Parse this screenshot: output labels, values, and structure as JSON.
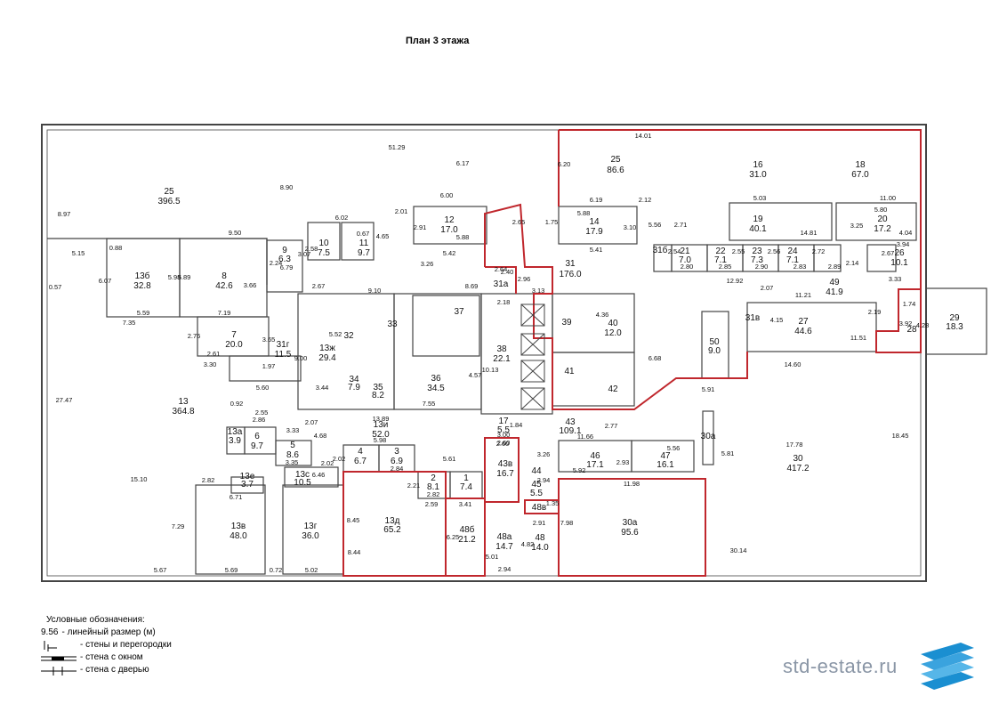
{
  "title": "План  3 этажа",
  "rooms": [
    {
      "num": "25",
      "area": "396.5"
    },
    {
      "num": "25",
      "area": "86.6"
    },
    {
      "num": "16",
      "area": "31.0"
    },
    {
      "num": "18",
      "area": "67.0"
    },
    {
      "num": "19",
      "area": "40.1"
    },
    {
      "num": "20",
      "area": "17.2"
    },
    {
      "num": "12",
      "area": "17.0"
    },
    {
      "num": "14",
      "area": "17.9"
    },
    {
      "num": "31",
      "area": "176.0"
    },
    {
      "num": "31а",
      "area": ""
    },
    {
      "num": "10",
      "area": "7.5"
    },
    {
      "num": "11",
      "area": "9.7"
    },
    {
      "num": "9",
      "area": "6.3"
    },
    {
      "num": "13б",
      "area": "32.8"
    },
    {
      "num": "8",
      "area": "42.6"
    },
    {
      "num": "7",
      "area": "20.0"
    },
    {
      "num": "31г",
      "area": "11.5"
    },
    {
      "num": "13ж",
      "area": "29.4"
    },
    {
      "num": "33",
      "area": ""
    },
    {
      "num": "32",
      "area": ""
    },
    {
      "num": "37",
      "area": ""
    },
    {
      "num": "36",
      "area": "34.5"
    },
    {
      "num": "34",
      "area": "7.9"
    },
    {
      "num": "35",
      "area": "8.2"
    },
    {
      "num": "38",
      "area": "22.1"
    },
    {
      "num": "39",
      "area": ""
    },
    {
      "num": "40",
      "area": "12.0"
    },
    {
      "num": "41",
      "area": ""
    },
    {
      "num": "42",
      "area": ""
    },
    {
      "num": "31б",
      "area": ""
    },
    {
      "num": "21",
      "area": "7.0"
    },
    {
      "num": "22",
      "area": "7.1"
    },
    {
      "num": "23",
      "area": "7.3"
    },
    {
      "num": "24",
      "area": "7.1"
    },
    {
      "num": "26",
      "area": "10.1"
    },
    {
      "num": "49",
      "area": "41.9"
    },
    {
      "num": "27",
      "area": "44.6"
    },
    {
      "num": "31в",
      "area": ""
    },
    {
      "num": "29",
      "area": "18.3"
    },
    {
      "num": "28",
      "area": ""
    },
    {
      "num": "50",
      "area": "9.0"
    },
    {
      "num": "13",
      "area": "364.8"
    },
    {
      "num": "13а",
      "area": "3.9"
    },
    {
      "num": "6",
      "area": "9.7"
    },
    {
      "num": "5",
      "area": "8.6"
    },
    {
      "num": "13и",
      "area": "52.0"
    },
    {
      "num": "4",
      "area": "6.7"
    },
    {
      "num": "3",
      "area": "6.9"
    },
    {
      "num": "17",
      "area": "5.5"
    },
    {
      "num": "43",
      "area": "109.1"
    },
    {
      "num": "46",
      "area": "17.1"
    },
    {
      "num": "47",
      "area": "16.1"
    },
    {
      "num": "30",
      "area": "417.2"
    },
    {
      "num": "30а",
      "area": ""
    },
    {
      "num": "43в",
      "area": "16.7"
    },
    {
      "num": "44",
      "area": ""
    },
    {
      "num": "45",
      "area": "5.5"
    },
    {
      "num": "2",
      "area": "8.1"
    },
    {
      "num": "1",
      "area": "7.4"
    },
    {
      "num": "13е",
      "area": "3.7"
    },
    {
      "num": "13с",
      "area": "10.5"
    },
    {
      "num": "13в",
      "area": "48.0"
    },
    {
      "num": "13г",
      "area": "36.0"
    },
    {
      "num": "13д",
      "area": "65.2"
    },
    {
      "num": "48б",
      "area": "21.2"
    },
    {
      "num": "48а",
      "area": "14.7"
    },
    {
      "num": "48",
      "area": "14.0"
    },
    {
      "num": "48в",
      "area": ""
    },
    {
      "num": "30а",
      "area": "95.6"
    }
  ],
  "dimensions": [
    "51.29",
    "14.01",
    "6.17",
    "8.90",
    "8.97",
    "6.00",
    "6.02",
    "2.01",
    "9.50",
    "5.15",
    "0.88",
    "6.07",
    "5.98",
    "5.89",
    "0.57",
    "5.59",
    "7.35",
    "7.19",
    "6.79",
    "3.07",
    "3.66",
    "3.65",
    "2.76",
    "2.61",
    "3.30",
    "5.60",
    "1.97",
    "9.10",
    "2.67",
    "3.26",
    "5.42",
    "8.69",
    "6.20",
    "6.19",
    "5.88",
    "5.41",
    "2.65",
    "1.75",
    "3.10",
    "2.12",
    "5.56",
    "2.71",
    "5.03",
    "11.00",
    "14.81",
    "12.92",
    "11.21",
    "14.60",
    "5.91",
    "6.68",
    "2.07",
    "3.25",
    "5.80",
    "4.04",
    "3.94",
    "3.33",
    "1.74",
    "3.92",
    "4.28",
    "2.19",
    "4.15",
    "11.51",
    "27.47",
    "15.10",
    "7.29",
    "5.67",
    "5.69",
    "0.72",
    "5.02",
    "6.71",
    "2.82",
    "3.35",
    "13.89",
    "5.98",
    "5.61",
    "2.60",
    "11.66",
    "2.77",
    "5.56",
    "2.93",
    "5.81",
    "17.78",
    "18.45",
    "11.98",
    "30.14",
    "7.98",
    "8.45",
    "8.44",
    "6.25",
    "5.01",
    "4.82",
    "2.94",
    "2.91",
    "3.41",
    "2.59",
    "2.82",
    "2.21",
    "2.84",
    "2.60",
    "3.26",
    "5.92",
    "2.94",
    "1.35",
    "10.13",
    "4.57",
    "2.18",
    "2.96",
    "3.13",
    "2.40",
    "2.64",
    "1.84",
    "3.00",
    "7.55",
    "3.44",
    "9.00",
    "5.52",
    "0.92",
    "2.55",
    "2.86",
    "3.33",
    "2.07",
    "4.68",
    "2.02",
    "6.46",
    "2.02",
    "2.89",
    "2.14",
    "2.80",
    "2.85",
    "2.90",
    "2.83",
    "2.72",
    "2.56",
    "2.55",
    "2.54",
    "2.67",
    "0.67",
    "2.58",
    "2.24",
    "4.65",
    "5.88",
    "2.91",
    "4.36"
  ],
  "legend": {
    "heading": "Условные обозначения:",
    "items": [
      {
        "key": "9.56",
        "text": " - линейный размер (м)"
      },
      {
        "key": "",
        "text": "- стены и перегородки"
      },
      {
        "key": "",
        "text": "- стена с окном"
      },
      {
        "key": "",
        "text": "- стена с  дверью"
      }
    ]
  },
  "watermark": "std-estate.ru",
  "colors": {
    "highlight": "#c0272d",
    "wall": "#444444",
    "logo1": "#1a8fd1",
    "logo2": "#56b6e8"
  }
}
